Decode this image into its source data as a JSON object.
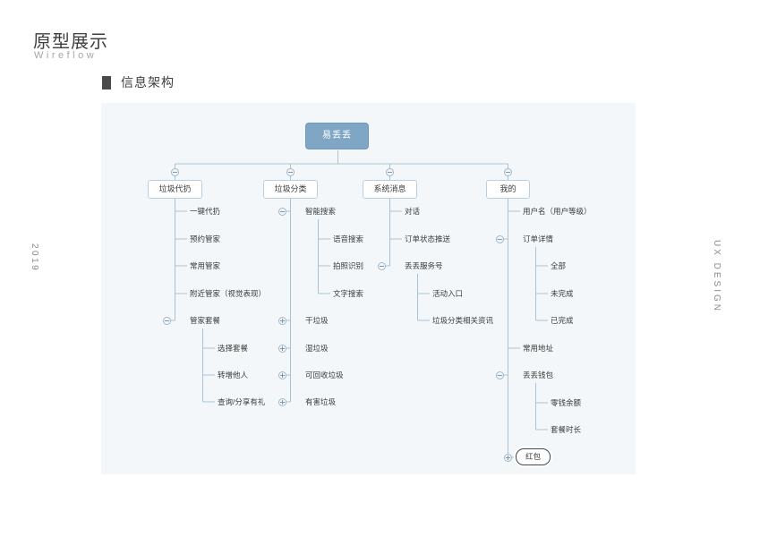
{
  "header": {
    "title": "原型展示",
    "subtitle": "Wireflow",
    "section_title": "信息架构",
    "section_marker": "square-marker"
  },
  "side": {
    "year": "2019",
    "right_label": "UX DESIGN"
  },
  "colors": {
    "canvas_bg": "#f4f7f9",
    "root_node": "#7fa6c4",
    "node_border": "#b9cfdf",
    "connector": "#a9c3d4",
    "selected_border": "#3d4a55",
    "text": "#3a3a3a"
  },
  "chart_data": {
    "type": "tree-diagram",
    "title": "信息架构",
    "root": "易丢丢",
    "branches": [
      {
        "label": "垃圾代扔",
        "toggle": "minus",
        "children": [
          {
            "label": "一键代扔",
            "toggle": "none",
            "children": []
          },
          {
            "label": "预约管家",
            "toggle": "none",
            "children": []
          },
          {
            "label": "常用管家",
            "toggle": "none",
            "children": []
          },
          {
            "label": "附近管家（视觉表现）",
            "toggle": "none",
            "children": []
          },
          {
            "label": "管家套餐",
            "toggle": "minus",
            "children": [
              {
                "label": "选择套餐"
              },
              {
                "label": "转增他人"
              },
              {
                "label": "查询/分享有礼"
              }
            ]
          }
        ]
      },
      {
        "label": "垃圾分类",
        "toggle": "minus",
        "children": [
          {
            "label": "智能搜索",
            "toggle": "minus",
            "children": [
              {
                "label": "语音搜索"
              },
              {
                "label": "拍照识别"
              },
              {
                "label": "文字搜索"
              }
            ]
          },
          {
            "label": "干垃圾",
            "toggle": "plus",
            "children": []
          },
          {
            "label": "湿垃圾",
            "toggle": "plus",
            "children": []
          },
          {
            "label": "可回收垃圾",
            "toggle": "plus",
            "children": []
          },
          {
            "label": "有害垃圾",
            "toggle": "plus",
            "children": []
          }
        ]
      },
      {
        "label": "系统消息",
        "toggle": "minus",
        "children": [
          {
            "label": "对话",
            "toggle": "none",
            "children": []
          },
          {
            "label": "订单状态推送",
            "toggle": "none",
            "children": []
          },
          {
            "label": "丢丢服务号",
            "toggle": "minus",
            "children": [
              {
                "label": "活动入口"
              },
              {
                "label": "垃圾分类相关资讯"
              }
            ]
          }
        ]
      },
      {
        "label": "我的",
        "toggle": "minus",
        "children": [
          {
            "label": "用户名（用户等级）",
            "toggle": "none",
            "children": []
          },
          {
            "label": "订单详情",
            "toggle": "minus",
            "children": [
              {
                "label": "全部"
              },
              {
                "label": "未完成"
              },
              {
                "label": "已完成"
              }
            ]
          },
          {
            "label": "常用地址",
            "toggle": "none",
            "children": []
          },
          {
            "label": "丢丢钱包",
            "toggle": "minus",
            "children": [
              {
                "label": "零钱余额"
              },
              {
                "label": "套餐时长"
              }
            ]
          },
          {
            "label": "红包",
            "toggle": "plus",
            "selected": true,
            "children": []
          }
        ]
      }
    ]
  }
}
